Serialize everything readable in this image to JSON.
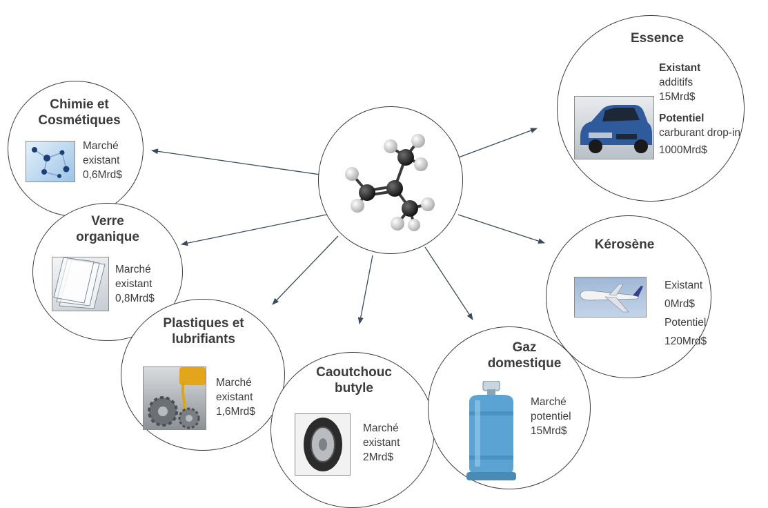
{
  "center": {
    "icon": "isobutene-molecule-icon"
  },
  "nodes": {
    "chimie": {
      "title": "Chimie et\nCosmétiques",
      "lines": [
        "Marché",
        "existant",
        "0,6Mrd$"
      ],
      "icon": "molecule-network-icon"
    },
    "verre": {
      "title": "Verre\norganique",
      "lines": [
        "Marché",
        "existant",
        "0,8Mrd$"
      ],
      "icon": "glass-sheets-icon"
    },
    "plastiques": {
      "title": "Plastiques et\nlubrifiants",
      "lines": [
        "Marché",
        "existant",
        "1,6Mrd$"
      ],
      "icon": "oil-gears-icon"
    },
    "caoutchouc": {
      "title": "Caoutchouc\nbutyle",
      "lines": [
        "Marché",
        "existant",
        "2Mrd$"
      ],
      "icon": "tire-icon"
    },
    "gaz": {
      "title": "Gaz\ndomestique",
      "lines": [
        "Marché",
        "potentiel",
        "15Mrd$"
      ],
      "icon": "gas-bottle-icon"
    },
    "kerosene": {
      "title": "Kérosène",
      "existant_label": "Existant",
      "existant_value": "0Mrd$",
      "potentiel_label": "Potentiel",
      "potentiel_value": "120Mrd$",
      "icon": "airplane-icon"
    },
    "essence": {
      "title": "Essence",
      "existant_label": "Existant",
      "existant_desc": "additifs",
      "existant_value": "15Mrd$",
      "potentiel_label": "Potentiel",
      "potentiel_desc": "carburant drop-in",
      "potentiel_value": "1000Mrd$",
      "icon": "car-icon"
    }
  },
  "colors": {
    "arrow": "#3b4a5c",
    "outline": "#3c3c3c",
    "text": "#3b3b3b"
  }
}
